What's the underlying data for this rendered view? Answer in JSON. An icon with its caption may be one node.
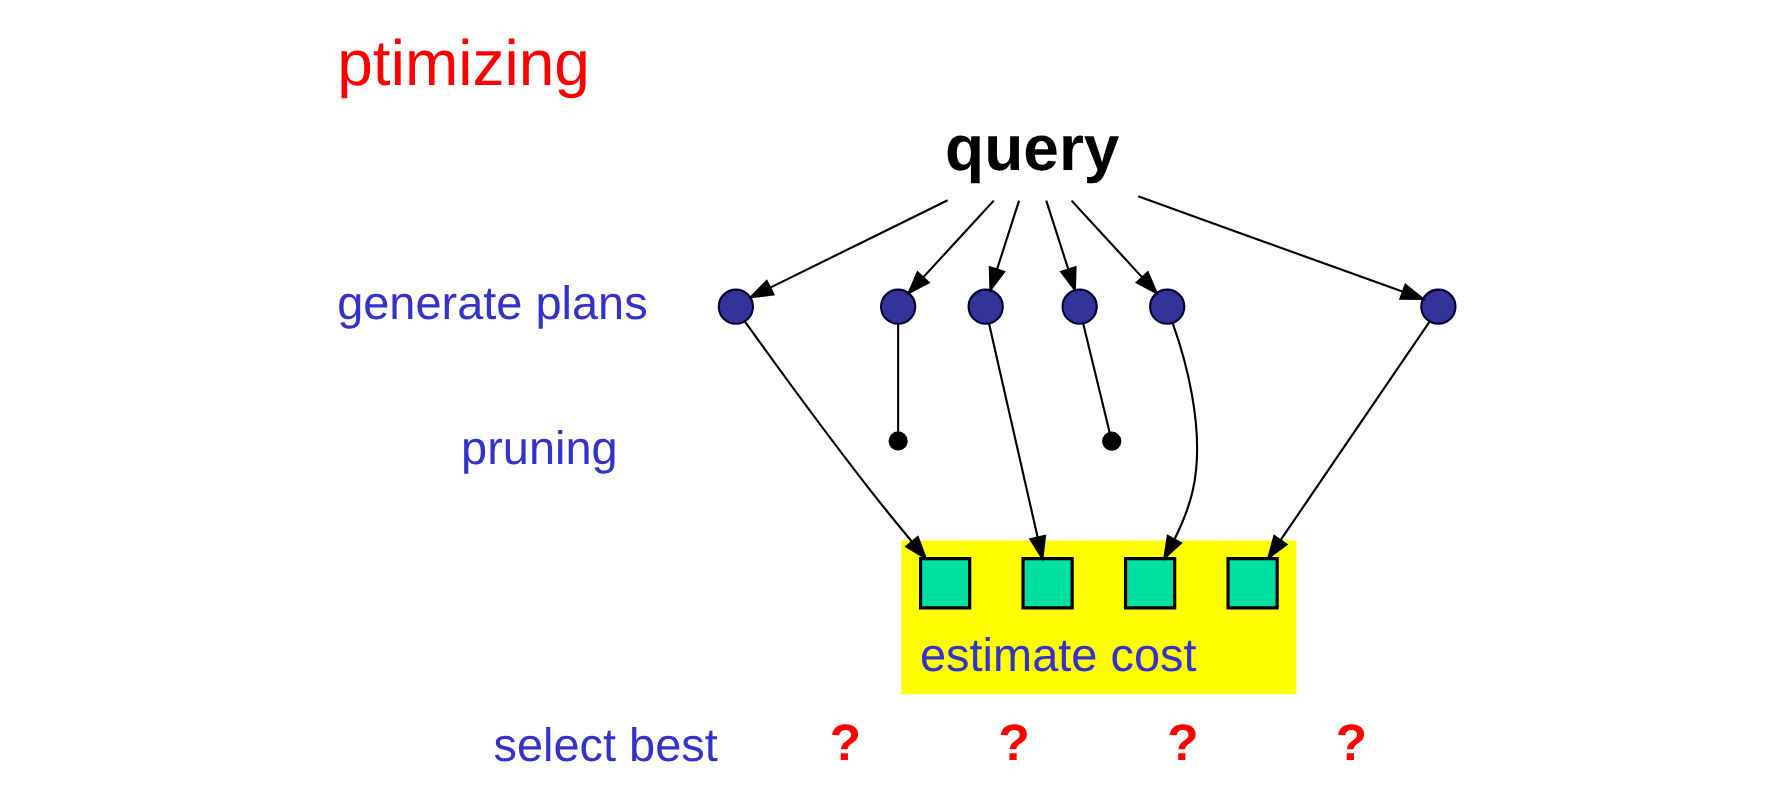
{
  "diagram": {
    "title": "ptimizing",
    "nodes": [
      {
        "text": [
          "query"
        ]
      },
      {
        "text": [],
        "shape": "circle"
      },
      {
        "text": [],
        "shape": "circle"
      },
      {
        "text": [],
        "shape": "circle"
      },
      {
        "text": [],
        "shape": "circle"
      },
      {
        "text": [],
        "shape": "circle"
      },
      {
        "text": [],
        "shape": "circle"
      },
      {
        "text": [
          "estimate cost"
        ]
      },
      {
        "text": [],
        "shape": "box",
        "in": 7
      },
      {
        "text": [],
        "shape": "box",
        "in": 7
      },
      {
        "text": [],
        "shape": "box",
        "in": 7
      },
      {
        "text": [],
        "shape": "box",
        "in": 7
      }
    ],
    "edges": [
      {
        "from": 0,
        "to": 1,
        "arrow": "to"
      },
      {
        "from": 0,
        "to": 2,
        "arrow": "to"
      },
      {
        "from": 0,
        "to": 3,
        "arrow": "to"
      },
      {
        "from": 0,
        "to": 4,
        "arrow": "to"
      },
      {
        "from": 0,
        "to": 5,
        "arrow": "to"
      },
      {
        "from": 0,
        "to": 6,
        "arrow": "to"
      },
      {
        "from": 1,
        "to": 8,
        "arrow": "to"
      },
      {
        "from": 2,
        "to": null,
        "arrow": "other"
      },
      {
        "from": 3,
        "to": 9,
        "arrow": "to"
      },
      {
        "from": 4,
        "to": null,
        "arrow": "other"
      },
      {
        "from": 5,
        "to": 10,
        "arrow": "to"
      },
      {
        "from": 6,
        "to": 11,
        "arrow": "to"
      }
    ],
    "labels": [
      "generate plans",
      "pruning",
      "select best",
      "?",
      "?",
      "?",
      "?"
    ]
  }
}
